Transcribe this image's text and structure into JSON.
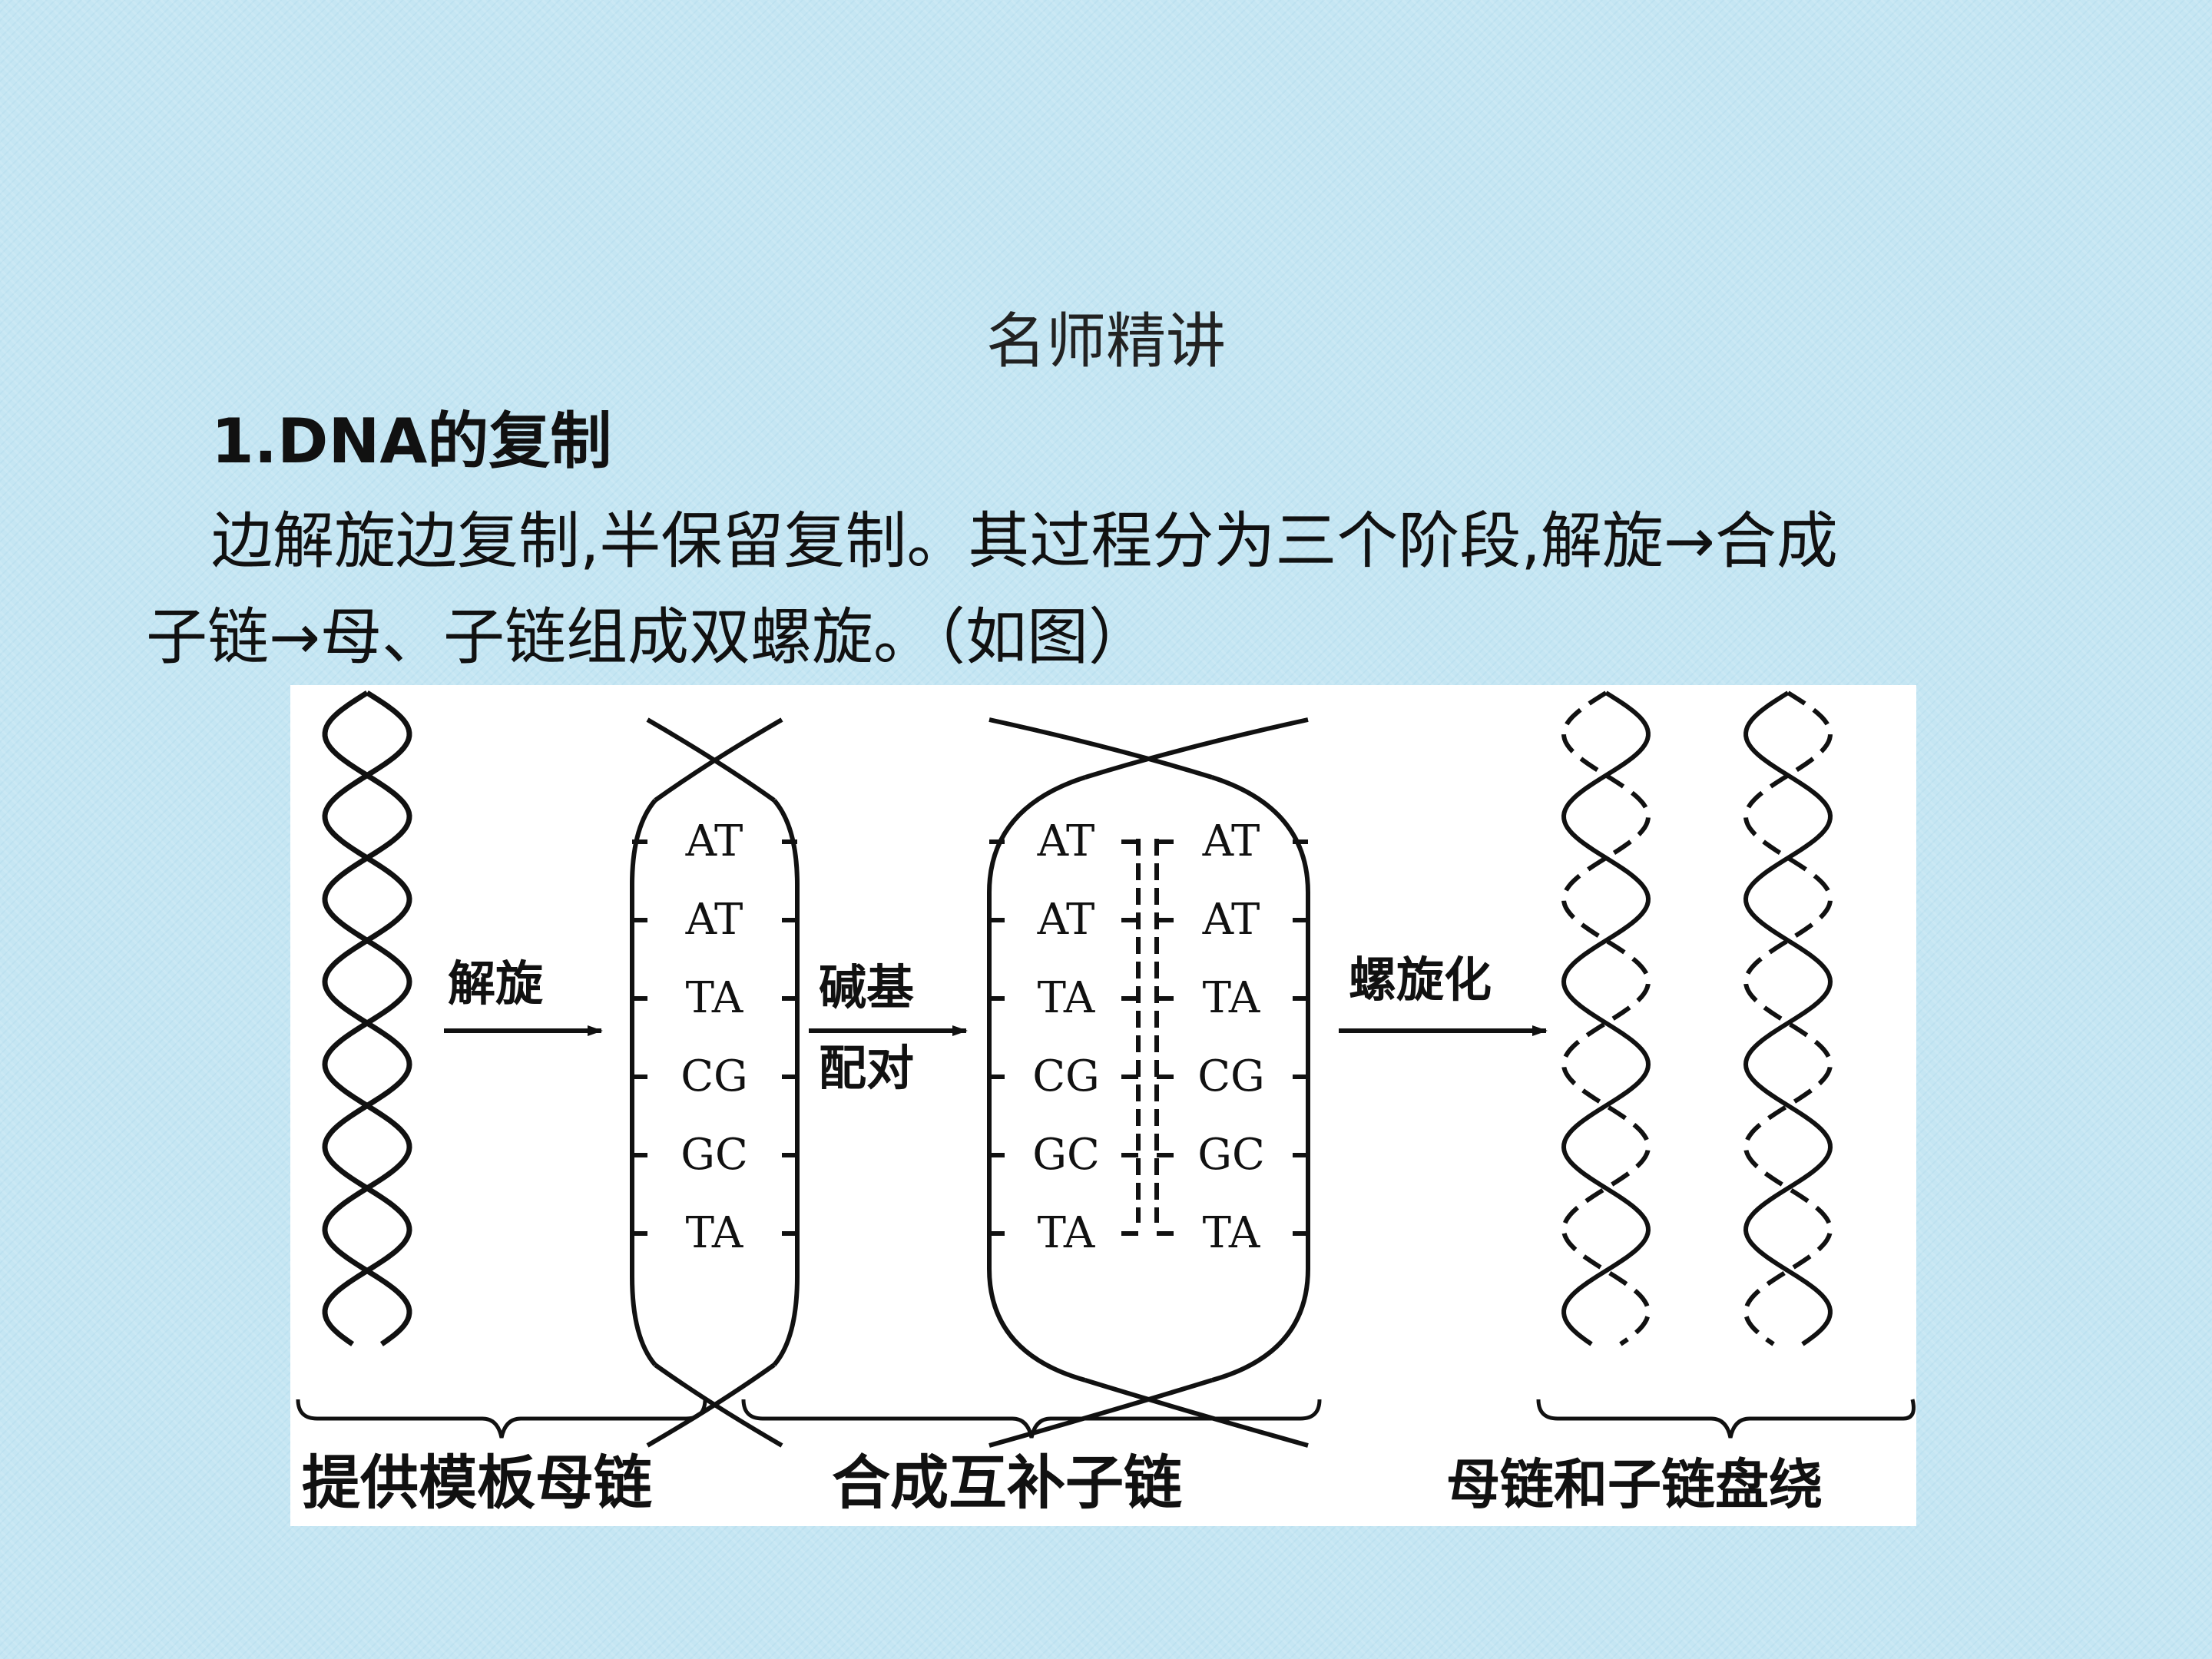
{
  "slide": {
    "title": "名师精讲",
    "heading": "1.DNA的复制",
    "line1": "边解旋边复制,半保留复制。其过程分为三个阶段,解旋→合成",
    "line2": "子链→母、子链组成双螺旋。（如图）"
  },
  "figure": {
    "arrow_labels": {
      "unwind": "解旋",
      "pairing_1": "碱基",
      "pairing_2": "配对",
      "helix": "螺旋化"
    },
    "base_pairs": [
      "AT",
      "AT",
      "TA",
      "CG",
      "GC",
      "TA"
    ],
    "stage_labels": {
      "stage1": "提供模板母链",
      "stage2": "合成互补子链",
      "stage3": "母链和子链盘绕"
    }
  }
}
